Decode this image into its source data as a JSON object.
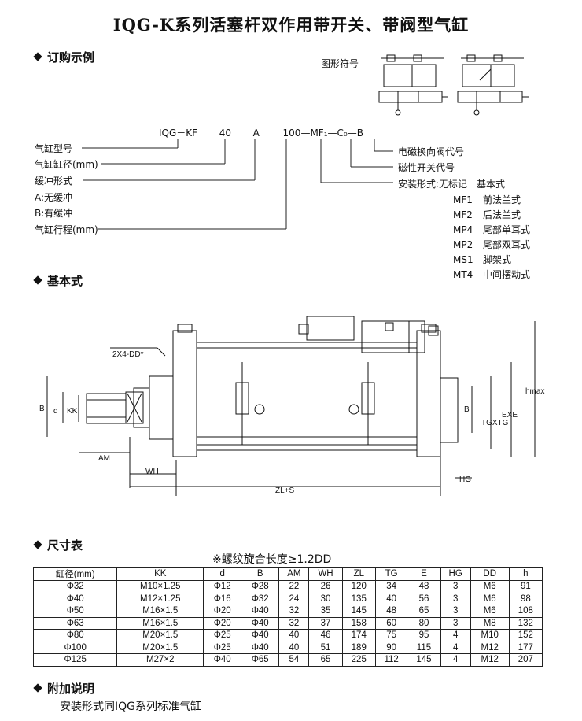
{
  "title": "IQG-K系列活塞杆双作用带开关、带阀型气缸",
  "order": {
    "heading": "订购示例",
    "symbol_label": "图形符号",
    "code": {
      "model": "IQG－KF",
      "bore": "40",
      "cushion": "A",
      "stroke": "100",
      "mount": "MF₁",
      "switch": "C₀",
      "valve": "B",
      "dash": "—"
    },
    "left_labels": [
      "气缸型号",
      "气缸缸径(mm)",
      "缓冲形式",
      "A:无缓冲",
      "B:有缓冲",
      "气缸行程(mm)"
    ],
    "right_labels": [
      "电磁换向阀代号",
      "磁性开关代号",
      "安装形式:无标记　基本式"
    ],
    "mount_types": [
      {
        "code": "MF1",
        "name": "前法兰式"
      },
      {
        "code": "MF2",
        "name": "后法兰式"
      },
      {
        "code": "MP4",
        "name": "尾部单耳式"
      },
      {
        "code": "MP2",
        "name": "尾部双耳式"
      },
      {
        "code": "MS1",
        "name": "脚架式"
      },
      {
        "code": "MT4",
        "name": "中间摆动式"
      }
    ]
  },
  "basic": {
    "heading": "基本式",
    "labels": {
      "dd": "2X4-DD*",
      "B": "B",
      "d": "d",
      "KK": "KK",
      "AM": "AM",
      "WH": "WH",
      "ZLS": "ZL+S",
      "HG": "HG",
      "B2": "B",
      "TGXTG": "TGXTG",
      "EXE": "EXE",
      "hmax": "hmax"
    }
  },
  "dims": {
    "heading": "尺寸表",
    "note": "※螺纹旋合长度≥1.2DD",
    "columns": [
      "缸径(mm)",
      "KK",
      "d",
      "B",
      "AM",
      "WH",
      "ZL",
      "TG",
      "E",
      "HG",
      "DD",
      "h"
    ],
    "rows": [
      [
        "Φ32",
        "M10×1.25",
        "Φ12",
        "Φ28",
        "22",
        "26",
        "120",
        "34",
        "48",
        "3",
        "M6",
        "91"
      ],
      [
        "Φ40",
        "M12×1.25",
        "Φ16",
        "Φ32",
        "24",
        "30",
        "135",
        "40",
        "56",
        "3",
        "M6",
        "98"
      ],
      [
        "Φ50",
        "M16×1.5",
        "Φ20",
        "Φ40",
        "32",
        "35",
        "145",
        "48",
        "65",
        "3",
        "M6",
        "108"
      ],
      [
        "Φ63",
        "M16×1.5",
        "Φ20",
        "Φ40",
        "32",
        "37",
        "158",
        "60",
        "80",
        "3",
        "M8",
        "132"
      ],
      [
        "Φ80",
        "M20×1.5",
        "Φ25",
        "Φ40",
        "40",
        "46",
        "174",
        "75",
        "95",
        "4",
        "M10",
        "152"
      ],
      [
        "Φ100",
        "M20×1.5",
        "Φ25",
        "Φ40",
        "40",
        "51",
        "189",
        "90",
        "115",
        "4",
        "M12",
        "177"
      ],
      [
        "Φ125",
        "M27×2",
        "Φ40",
        "Φ65",
        "54",
        "65",
        "225",
        "112",
        "145",
        "4",
        "M12",
        "207"
      ]
    ]
  },
  "extra": {
    "heading": "附加说明",
    "text": "安装形式同IQG系列标准气缸"
  }
}
